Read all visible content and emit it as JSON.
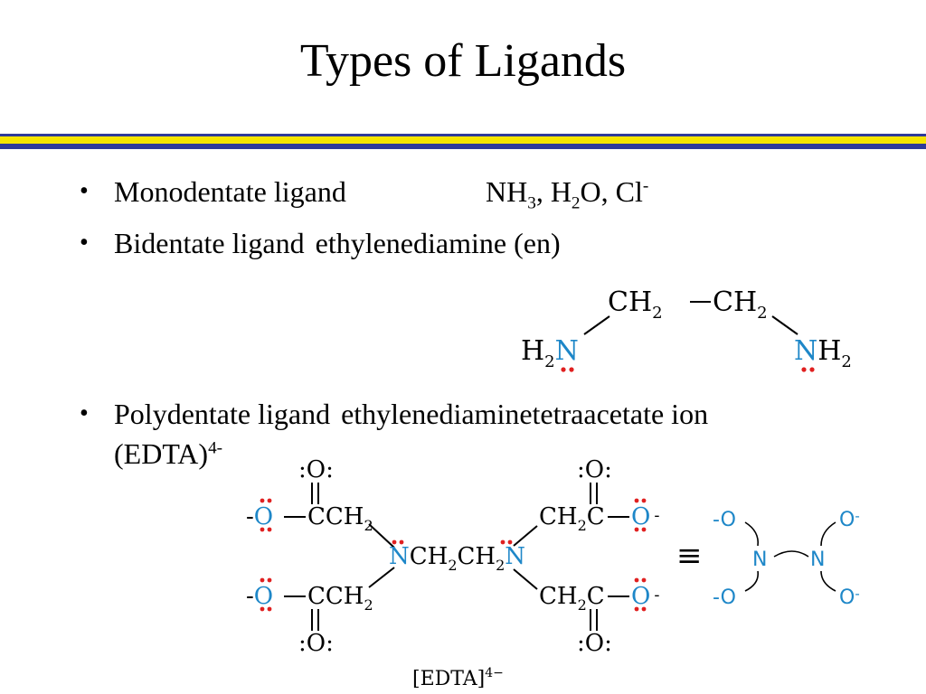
{
  "slide": {
    "title": "Types of Ligands",
    "band_colors": [
      "#2e3a9a",
      "#f5e400"
    ]
  },
  "bullets": [
    {
      "label": "Monodentate ligand",
      "example": "NH3, H2O, Cl-"
    },
    {
      "label": "Bidentate ligand",
      "example": "ethylenediamine (en)"
    },
    {
      "label": "Polydentate ligand",
      "example_line1": "ethylenediaminetetraacetate ion",
      "example_line2": "(EDTA)4-"
    }
  ],
  "en_structure": {
    "top_groups": [
      "CH",
      "2",
      "CH",
      "2"
    ],
    "left_amine": {
      "h": "H",
      "sub": "2",
      "atom": "N"
    },
    "right_amine": {
      "atom": "N",
      "h": "H",
      "sub": "2"
    }
  },
  "edta_structure": {
    "o_label": "O",
    "ccH2_label": "CCH",
    "ch2c_label": "CH",
    "sub2": "2",
    "n_label": "N",
    "center_label": "CH",
    "minus": "-",
    "equiv": "≡",
    "caption": "[EDTA]",
    "caption_charge": "4−"
  },
  "colors": {
    "amine_blue": "#1e87c8",
    "lone_pair_red": "#e02020"
  }
}
